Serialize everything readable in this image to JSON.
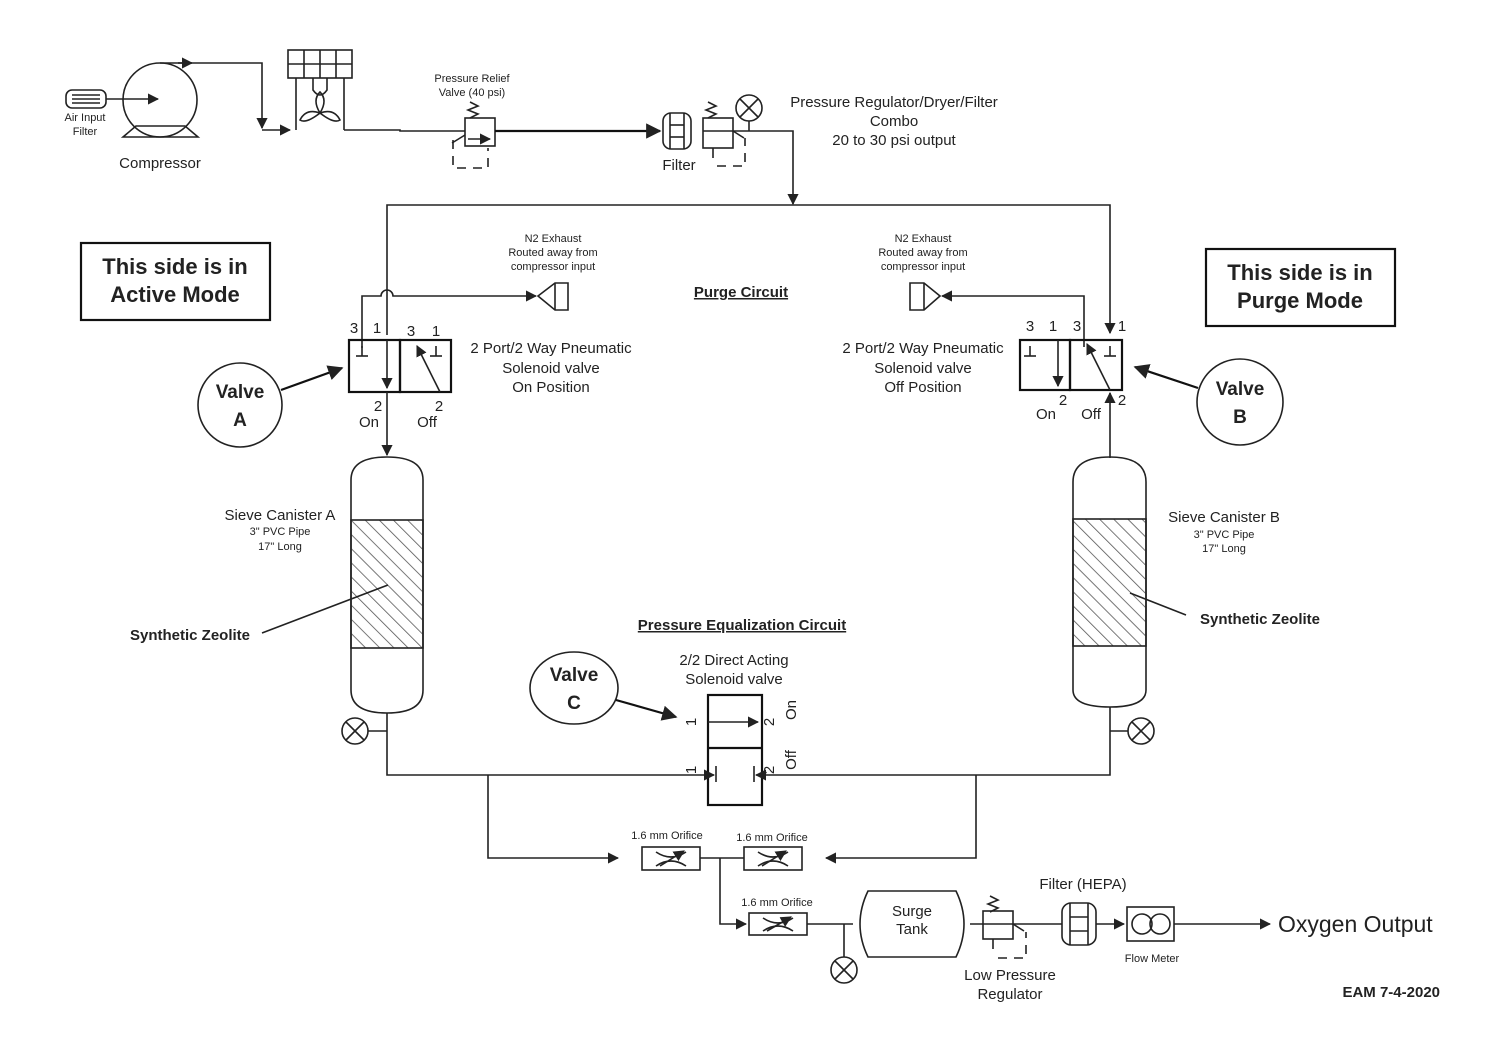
{
  "title": "PSA Oxygen Concentrator Pneumatic Schematic",
  "colors": {
    "line": "#222222",
    "background": "#ffffff",
    "hatch": "#555555"
  },
  "compressor_section": {
    "air_input_filter": [
      "Air Input",
      "Filter"
    ],
    "compressor": "Compressor",
    "relief_valve": [
      "Pressure Relief",
      "Valve (40 psi)"
    ],
    "filter": "Filter",
    "regulator_combo": [
      "Pressure Regulator/Dryer/Filter",
      "Combo",
      "20 to 30  psi output"
    ]
  },
  "mode_boxes": {
    "left": [
      "This side is in",
      "Active Mode"
    ],
    "right": [
      "This side is in",
      "Purge Mode"
    ]
  },
  "valve_bubbles": {
    "a": [
      "Valve",
      "A"
    ],
    "b": [
      "Valve",
      "B"
    ],
    "c": [
      "Valve",
      "C"
    ]
  },
  "exhaust_label": [
    "N2 Exhaust",
    "Routed away from",
    "compressor input"
  ],
  "purge_circuit": "Purge Circuit",
  "valve_a": {
    "desc": [
      "2 Port/2 Way Pneumatic",
      "Solenoid valve",
      "On Position"
    ],
    "ports_top": [
      "3",
      "1",
      "3",
      "1"
    ],
    "ports_bottom": [
      "2",
      "2"
    ],
    "states": [
      "On",
      "Off"
    ]
  },
  "valve_b": {
    "desc": [
      "2 Port/2 Way Pneumatic",
      "Solenoid valve",
      "Off Position"
    ],
    "ports_top": [
      "3",
      "1",
      "3",
      "1"
    ],
    "ports_bottom": [
      "2",
      "2"
    ],
    "states": [
      "On",
      "Off"
    ]
  },
  "canister_a": {
    "name": "Sieve Canister A",
    "spec1": "3\" PVC Pipe",
    "spec2": "17\" Long",
    "media": "Synthetic Zeolite"
  },
  "canister_b": {
    "name": "Sieve Canister B",
    "spec1": "3\" PVC Pipe",
    "spec2": "17\" Long",
    "media": "Synthetic Zeolite"
  },
  "equalization": {
    "title": "Pressure Equalization Circuit",
    "valve_desc": [
      "2/2 Direct Acting",
      "Solenoid valve"
    ],
    "ports": {
      "p1": "1",
      "p2": "2"
    },
    "states": [
      "On",
      "Off"
    ]
  },
  "orifices": [
    "1.6 mm Orifice",
    "1.6 mm Orifice",
    "1.6 mm Orifice"
  ],
  "output_section": {
    "surge_tank": [
      "Surge",
      "Tank"
    ],
    "low_pressure_regulator": [
      "Low Pressure",
      "Regulator"
    ],
    "hepa_filter": "Filter (HEPA)",
    "flow_meter": "Flow Meter",
    "oxygen_output": "Oxygen Output"
  },
  "signature": "EAM 7-4-2020"
}
